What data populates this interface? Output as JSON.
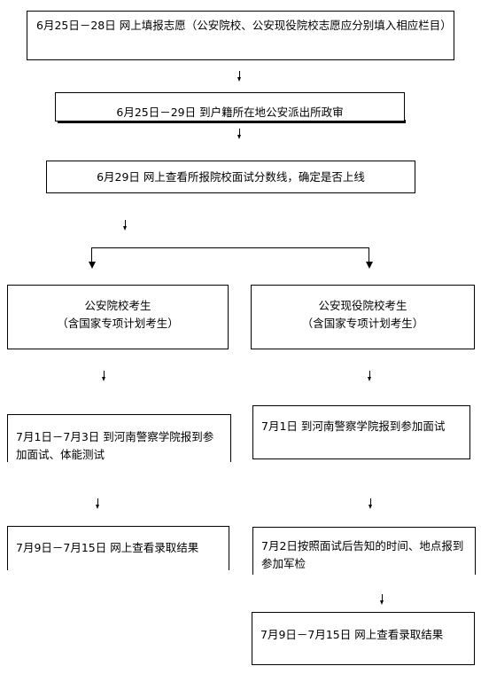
{
  "steps": {
    "step1": "6月25日－28日  网上填报志愿（公安院校、公安现役院校志愿应分别填入相应栏目）",
    "step2": "6月25日－29日  到户籍所在地公安派出所政审",
    "step3": "6月29日  网上查看所报院校面试分数线，确定是否上线"
  },
  "left": {
    "title": "公安院校考生",
    "subtitle": "（含国家专项计划考生）",
    "step1": "7月1日－7月3日  到河南警察学院报到参加面试、体能测试",
    "step2": "7月9日－7月15日  网上查看录取结果"
  },
  "right": {
    "title": "公安现役院校考生",
    "subtitle": "（含国家专项计划考生）",
    "step1": "7月1日  到河南警察学院报到参加面试",
    "step2": "7月2日按照面试后告知的时间、地点报到参加军检",
    "step3": "7月9日－7月15日  网上查看录取结果"
  }
}
